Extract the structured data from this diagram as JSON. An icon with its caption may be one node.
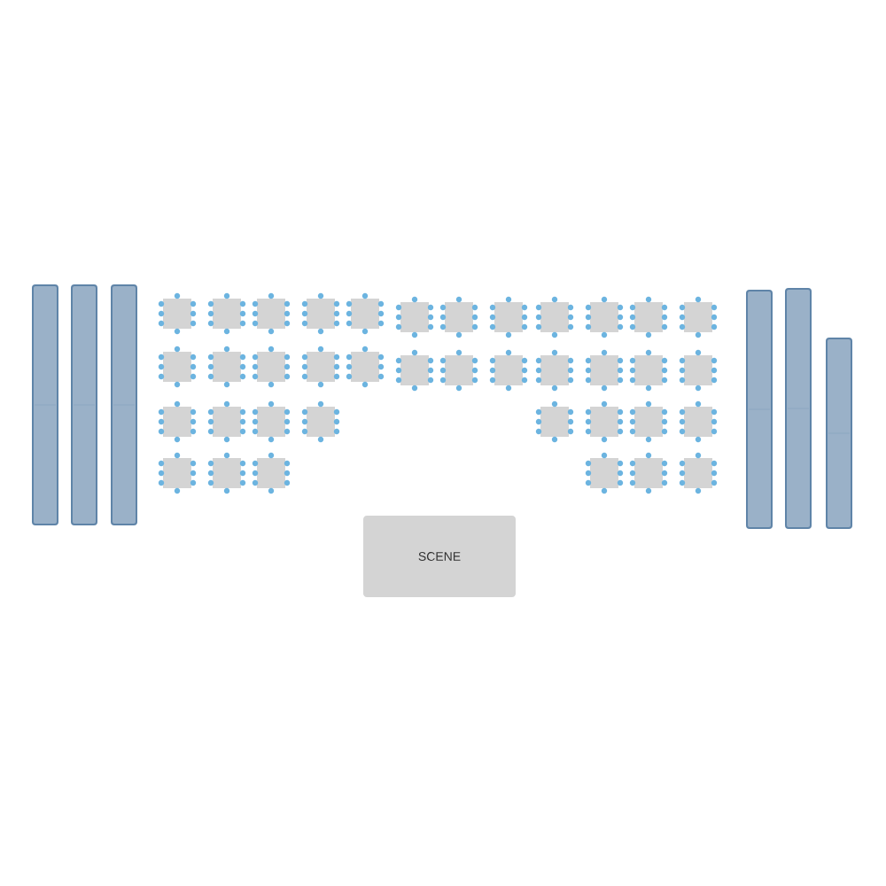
{
  "diagram": {
    "nodes": [
      {
        "text": [],
        "shape": "bar"
      },
      {
        "text": [],
        "shape": "bar"
      },
      {
        "text": [],
        "shape": "bar"
      },
      {
        "text": [],
        "shape": "box"
      },
      {
        "text": [],
        "shape": "box"
      },
      {
        "text": [],
        "shape": "box"
      },
      {
        "text": [],
        "shape": "box"
      },
      {
        "text": [],
        "shape": "box"
      },
      {
        "text": [],
        "shape": "box"
      },
      {
        "text": [],
        "shape": "box"
      },
      {
        "text": [],
        "shape": "box"
      },
      {
        "text": [],
        "shape": "box"
      },
      {
        "text": [],
        "shape": "box"
      },
      {
        "text": [],
        "shape": "box"
      },
      {
        "text": [],
        "shape": "box"
      },
      {
        "text": [],
        "shape": "box"
      },
      {
        "text": [],
        "shape": "box"
      },
      {
        "text": [],
        "shape": "box"
      },
      {
        "text": [],
        "shape": "box"
      },
      {
        "text": [],
        "shape": "box"
      },
      {
        "text": [],
        "shape": "box"
      },
      {
        "text": [],
        "shape": "box"
      },
      {
        "text": [],
        "shape": "box"
      },
      {
        "text": [],
        "shape": "box"
      },
      {
        "text": [],
        "shape": "box"
      },
      {
        "text": [],
        "shape": "box"
      },
      {
        "text": [],
        "shape": "box"
      },
      {
        "text": [],
        "shape": "box"
      },
      {
        "text": [],
        "shape": "box"
      },
      {
        "text": [],
        "shape": "box"
      },
      {
        "text": [],
        "shape": "box"
      },
      {
        "text": [],
        "shape": "box"
      },
      {
        "text": [],
        "shape": "box"
      },
      {
        "text": [],
        "shape": "box"
      },
      {
        "text": [],
        "shape": "box"
      },
      {
        "text": [],
        "shape": "box"
      },
      {
        "text": [],
        "shape": "box"
      },
      {
        "text": [],
        "shape": "box"
      },
      {
        "text": [],
        "shape": "box"
      },
      {
        "text": [],
        "shape": "box"
      },
      {
        "text": [],
        "shape": "box"
      },
      {
        "text": [],
        "shape": "bar"
      },
      {
        "text": [],
        "shape": "bar"
      },
      {
        "text": [],
        "shape": "bar"
      },
      {
        "text": [
          "SCENE"
        ]
      }
    ]
  }
}
